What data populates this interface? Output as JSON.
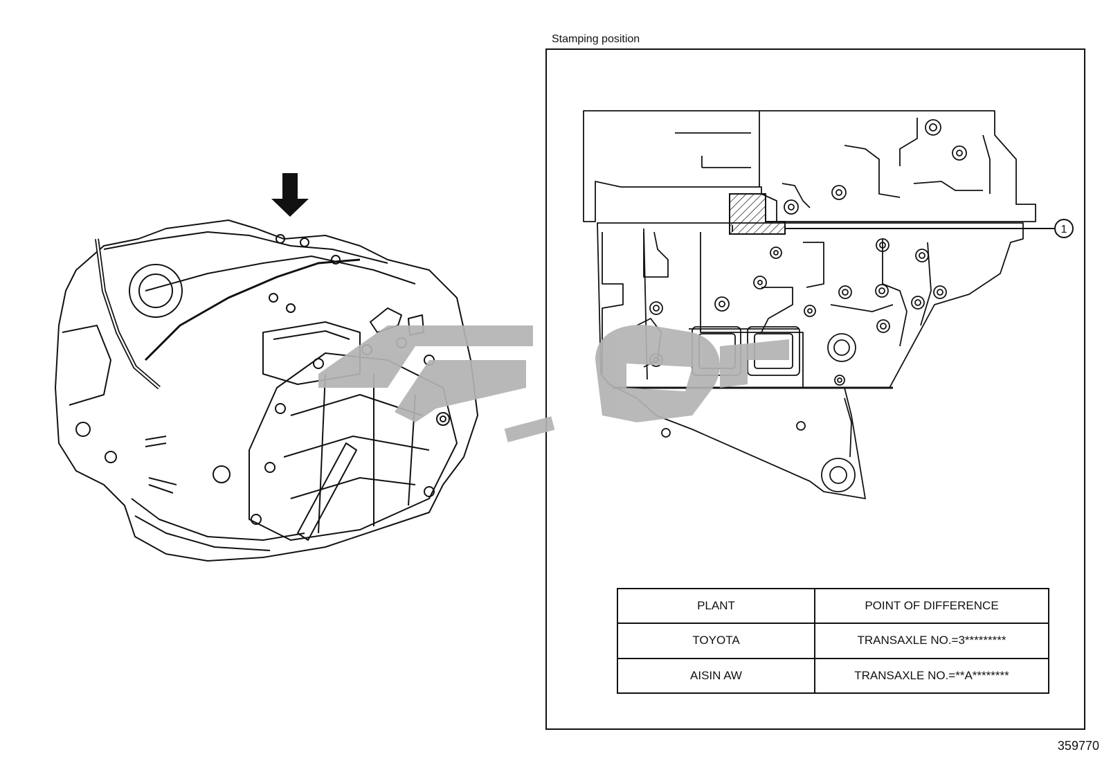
{
  "stamping_label": "Stamping position",
  "callout_number": "1",
  "table": {
    "headers": [
      "PLANT",
      "POINT OF DIFFERENCE"
    ],
    "rows": [
      [
        "TOYOTA",
        "TRANSAXLE NO.=3*********"
      ],
      [
        "AISIN AW",
        "TRANSAXLE NO.=**A********"
      ]
    ]
  },
  "diagram_number": "359770",
  "colors": {
    "line": "#111111",
    "watermark": "#b3b3b3"
  },
  "icons": {
    "arrow": "down-arrow-icon",
    "watermark": "watermark-logo"
  }
}
